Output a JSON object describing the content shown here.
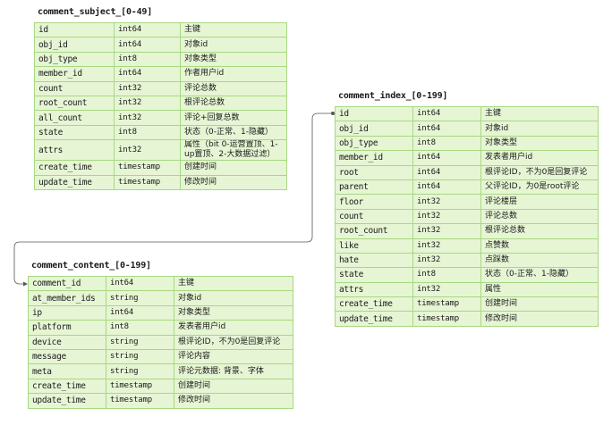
{
  "tables": {
    "comment_subject": {
      "title": "comment_subject_[0-49]",
      "rows": [
        [
          "id",
          "int64",
          "主键"
        ],
        [
          "obj_id",
          "int64",
          "对象id"
        ],
        [
          "obj_type",
          "int8",
          "对象类型"
        ],
        [
          "member_id",
          "int64",
          "作者用户id"
        ],
        [
          "count",
          "int32",
          "评论总数"
        ],
        [
          "root_count",
          "int32",
          "根评论总数"
        ],
        [
          "all_count",
          "int32",
          "评论+回复总数"
        ],
        [
          "state",
          "int8",
          "状态（0-正常、1-隐藏）"
        ],
        [
          "attrs",
          "int32",
          "属性（bit 0-运营置顶、1-up置顶、2-大数据过滤）"
        ],
        [
          "create_time",
          "timestamp",
          "创建时间"
        ],
        [
          "update_time",
          "timestamp",
          "修改时间"
        ]
      ]
    },
    "comment_index": {
      "title": "comment_index_[0-199]",
      "rows": [
        [
          "id",
          "int64",
          "主键"
        ],
        [
          "obj_id",
          "int64",
          "对象id"
        ],
        [
          "obj_type",
          "int8",
          "对象类型"
        ],
        [
          "member_id",
          "int64",
          "发表者用户id"
        ],
        [
          "root",
          "int64",
          "根评论ID，不为0是回复评论"
        ],
        [
          "parent",
          "int64",
          "父评论ID，为0是root评论"
        ],
        [
          "floor",
          "int32",
          "评论楼层"
        ],
        [
          "count",
          "int32",
          "评论总数"
        ],
        [
          "root_count",
          "int32",
          "根评论总数"
        ],
        [
          "like",
          "int32",
          "点赞数"
        ],
        [
          "hate",
          "int32",
          "点踩数"
        ],
        [
          "state",
          "int8",
          "状态（0-正常、1-隐藏）"
        ],
        [
          "attrs",
          "int32",
          "属性"
        ],
        [
          "create_time",
          "timestamp",
          "创建时间"
        ],
        [
          "update_time",
          "timestamp",
          "修改时间"
        ]
      ]
    },
    "comment_content": {
      "title": "comment_content_[0-199]",
      "rows": [
        [
          "comment_id",
          "int64",
          "主键"
        ],
        [
          "at_member_ids",
          "string",
          "对象id"
        ],
        [
          "ip",
          "int64",
          "对象类型"
        ],
        [
          "platform",
          "int8",
          "发表者用户id"
        ],
        [
          "device",
          "string",
          "根评论ID，不为0是回复评论"
        ],
        [
          "message",
          "string",
          "评论内容"
        ],
        [
          "meta",
          "string",
          "评论元数据: 背景、字体"
        ],
        [
          "create_time",
          "timestamp",
          "创建时间"
        ],
        [
          "update_time",
          "timestamp",
          "修改时间"
        ]
      ]
    }
  },
  "colors": {
    "cell_fill": "#e6f5d4",
    "cell_border": "#a8d882",
    "connector": "#555555"
  }
}
